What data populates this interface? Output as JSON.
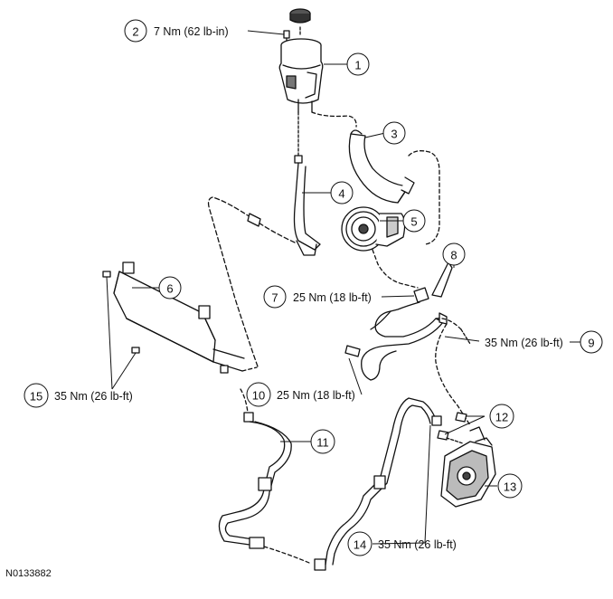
{
  "figure_id": "N0133882",
  "callouts": [
    {
      "id": "1",
      "number": "1",
      "torque": ""
    },
    {
      "id": "2",
      "number": "2",
      "torque": "7 Nm (62 lb-in)"
    },
    {
      "id": "3",
      "number": "3",
      "torque": ""
    },
    {
      "id": "4",
      "number": "4",
      "torque": ""
    },
    {
      "id": "5",
      "number": "5",
      "torque": ""
    },
    {
      "id": "6",
      "number": "6",
      "torque": ""
    },
    {
      "id": "7",
      "number": "7",
      "torque": "25 Nm (18 lb-ft)"
    },
    {
      "id": "8",
      "number": "8",
      "torque": ""
    },
    {
      "id": "9",
      "number": "9",
      "torque": "35 Nm (26 lb-ft)"
    },
    {
      "id": "10",
      "number": "10",
      "torque": "25 Nm (18 lb-ft)"
    },
    {
      "id": "11",
      "number": "11",
      "torque": ""
    },
    {
      "id": "12",
      "number": "12",
      "torque": ""
    },
    {
      "id": "13",
      "number": "13",
      "torque": ""
    },
    {
      "id": "14",
      "number": "14",
      "torque": "35 Nm (26 lb-ft)"
    },
    {
      "id": "15",
      "number": "15",
      "torque": "35 Nm (26 lb-ft)"
    }
  ]
}
